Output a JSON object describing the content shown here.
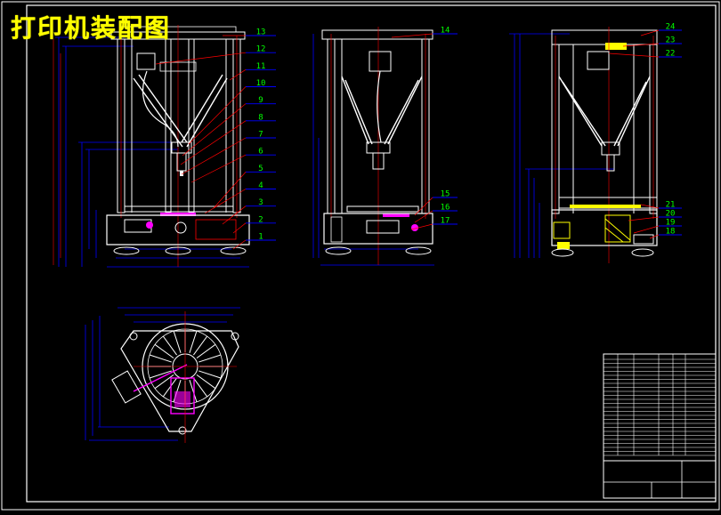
{
  "drawing": {
    "title": "打印机装配图",
    "colors": {
      "background": "#000000",
      "frame": "#ffffff",
      "dimension": "#0000ff",
      "centerline": "#ff0000",
      "leader_text": "#00ff00",
      "hatch": "#ff00ff",
      "highlight": "#ffff00",
      "cyan": "#00ffff"
    },
    "front_view_balloons": [
      "13",
      "12",
      "11",
      "10",
      "9",
      "8",
      "7",
      "6",
      "5",
      "4",
      "3",
      "2",
      "1"
    ],
    "side_view_balloons": [
      "14",
      "15",
      "16",
      "17"
    ],
    "rear_view_balloons": [
      "24",
      "23",
      "22",
      "21",
      "20",
      "19",
      "18"
    ]
  }
}
